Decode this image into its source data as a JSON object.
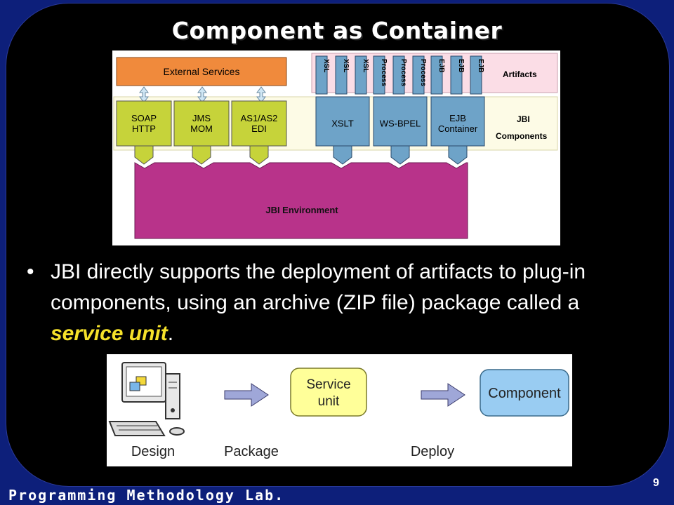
{
  "slide": {
    "title": "Component as Container",
    "bullet": {
      "prefix": "JBI directly supports the deployment of artifacts to plug-in components, using an archive (ZIP file) package called a ",
      "highlight": "service unit",
      "suffix": "."
    },
    "footer": "Programming Methodology Lab.",
    "page_number": "9"
  },
  "diagram1": {
    "external_services": "External Services",
    "artifacts_label": "Artifacts",
    "jbi_label": "JBI",
    "components_label": "Components",
    "environment_label": "JBI Environment",
    "binding_components": [
      "SOAP\nHTTP",
      "JMS\nMOM",
      "AS1/AS2\nEDI"
    ],
    "engines": [
      "XSLT",
      "WS-BPEL",
      "EJB\nContainer"
    ],
    "artifact_tabs": [
      "XSL",
      "XSL",
      "XSL",
      "Process",
      "Process",
      "Process",
      "EJB",
      "EJB",
      "EJB"
    ],
    "colors": {
      "orange": "#f08a3c",
      "green": "#c6d33a",
      "blue": "#6ea3c8",
      "purple": "#b8338a",
      "pink": "#fbdde6",
      "cream": "#fdfbe6"
    }
  },
  "diagram2": {
    "service_unit": "Service\nunit",
    "component": "Component",
    "labels": [
      "Design",
      "Package",
      "Deploy"
    ],
    "colors": {
      "yellow": "#ffff99",
      "blue": "#99ccf2",
      "arrow": "#9fa7d8"
    }
  }
}
